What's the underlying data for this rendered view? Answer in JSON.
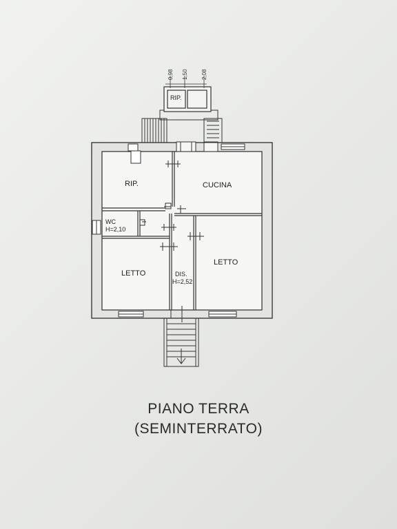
{
  "plan": {
    "dimensions": [
      "0,98",
      "1,50",
      "2,08"
    ],
    "rooms": {
      "rip_top": "RIP.",
      "rip": "RIP.",
      "cucina": "CUCINA",
      "wc": "WC",
      "wc_height": "H=2,10",
      "letto_left": "LETTO",
      "dis": "DIS.",
      "dis_height": "H=2,52",
      "letto_right": "LETTO"
    }
  },
  "caption": {
    "title": "PIANO TERRA",
    "subtitle": "(SEMINTERRATO)"
  }
}
